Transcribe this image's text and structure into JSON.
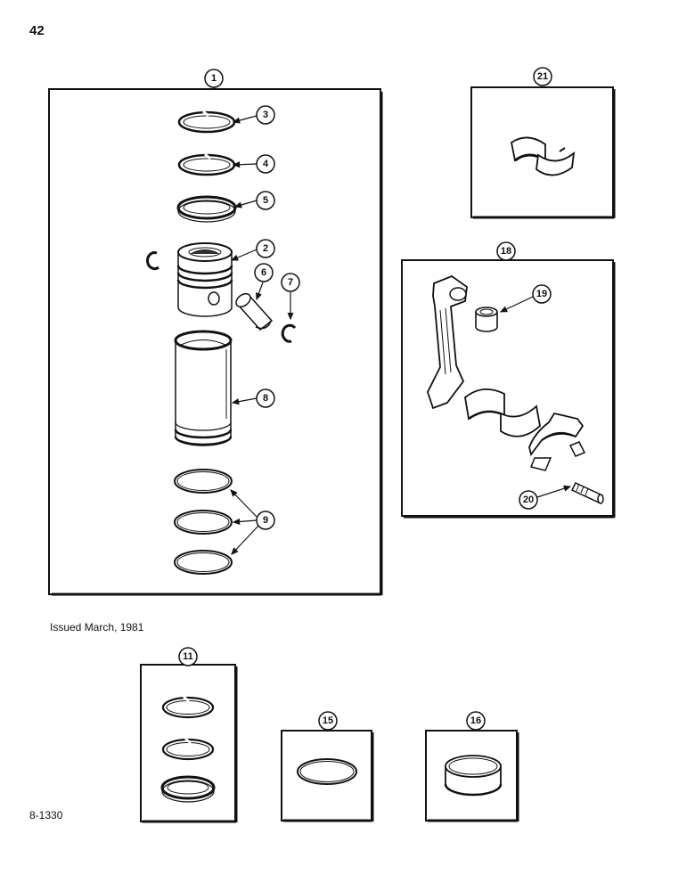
{
  "page": {
    "number": "42"
  },
  "footer": {
    "issued": "Issued March, 1981",
    "figure_id": "8-1330"
  },
  "callouts": {
    "c1": "1",
    "c2": "2",
    "c3": "3",
    "c4": "4",
    "c5": "5",
    "c6": "6",
    "c7": "7",
    "c8": "8",
    "c9": "9",
    "c11": "11",
    "c15": "15",
    "c16": "16",
    "c18": "18",
    "c19": "19",
    "c20": "20",
    "c21": "21"
  }
}
